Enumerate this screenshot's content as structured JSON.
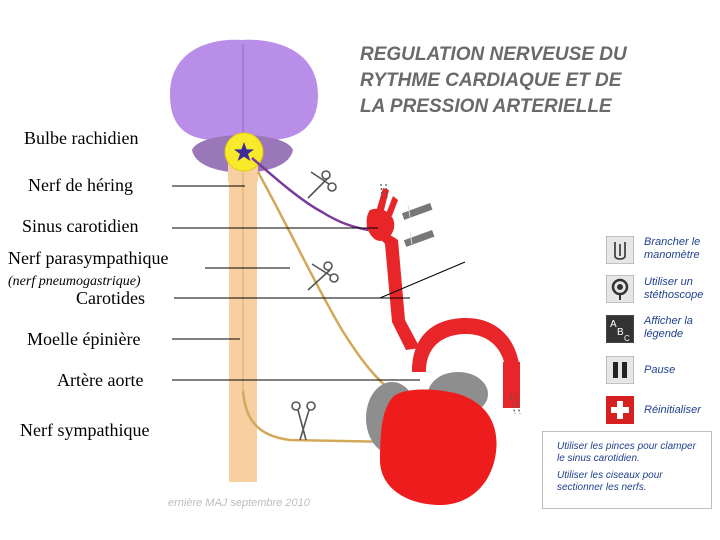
{
  "title": {
    "line1": "REGULATION NERVEUSE DU",
    "line2": "RYTHME CARDIAQUE ET DE",
    "line3": "LA PRESSION ARTERIELLE"
  },
  "labels": {
    "bulbe": "Bulbe rachidien",
    "hering": "Nerf de héring",
    "sinus": "Sinus carotidien",
    "parasympathique": "Nerf parasympathique",
    "pneumogastrique": "(nerf pneumogastrique)",
    "carotides": "Carotides",
    "moelle": "Moelle épinière",
    "aorte": "Artère aorte",
    "sympathique": "Nerf sympathique"
  },
  "tools": [
    {
      "icon": "manometer-icon",
      "label": "Brancher le manomètre"
    },
    {
      "icon": "stethoscope-icon",
      "label": "Utiliser un stéthoscope"
    },
    {
      "icon": "legend-icon",
      "label": "Afficher la légende"
    },
    {
      "icon": "pause-icon",
      "label": "Pause"
    },
    {
      "icon": "reset-icon",
      "label": "Réinitialiser"
    }
  ],
  "instructions": {
    "line1": "Utiliser les pinces pour clamper le sinus carotidien.",
    "line2": "Utiliser les ciseaux pour sectionner les nerfs."
  },
  "footer": "ernière MAJ septembre 2010",
  "colors": {
    "brain": "#b98ee8",
    "brainstem": "#9a77b8",
    "spinal_cord": "#f7cfa1",
    "nerve": "#d4a85a",
    "vagus_nerve": "#7a3a9a",
    "artery": "#e8262a",
    "heart": "#ee1c1c",
    "atria": "#8e8e8e",
    "title": "#6a6a6a",
    "tool_text": "#1f3f8f",
    "reset": "#d62020"
  }
}
